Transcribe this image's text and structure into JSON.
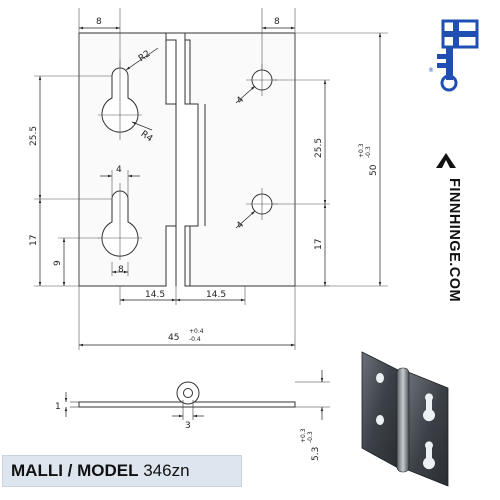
{
  "brand": {
    "website": "FINNHINGE.COM",
    "flag_colors": {
      "blue": "#1f4fb3",
      "white": "#ffffff"
    },
    "key_color": "#1f4fb3",
    "registered_mark": "®"
  },
  "model": {
    "prefix": "MALLI / MODEL",
    "number": "346zn"
  },
  "dimensions": {
    "top_left_8": "8",
    "top_right_8": "8",
    "r2": "R2",
    "r4": "R4",
    "left_25_5": "25.5",
    "right_25_5": "25.5",
    "left_17": "17",
    "right_17": "17",
    "slot_width_4": "4",
    "slot_bottom_8": "8",
    "left_9": "9",
    "hole_4_top": "4",
    "hole_4_bottom": "4",
    "half_14_5_left": "14.5",
    "half_14_5_right": "14.5",
    "height_50": "50",
    "height_50_tol_upper": "+0.3",
    "height_50_tol_lower": "-0.3",
    "width_45": "45",
    "width_45_tol_upper": "+0.4",
    "width_45_tol_lower": "-0.4",
    "thickness_1": "1",
    "knuckle_3": "3",
    "knuckle_5_3": "5.3",
    "knuckle_tol_upper": "+0.3",
    "knuckle_tol_lower": "-0.3"
  }
}
